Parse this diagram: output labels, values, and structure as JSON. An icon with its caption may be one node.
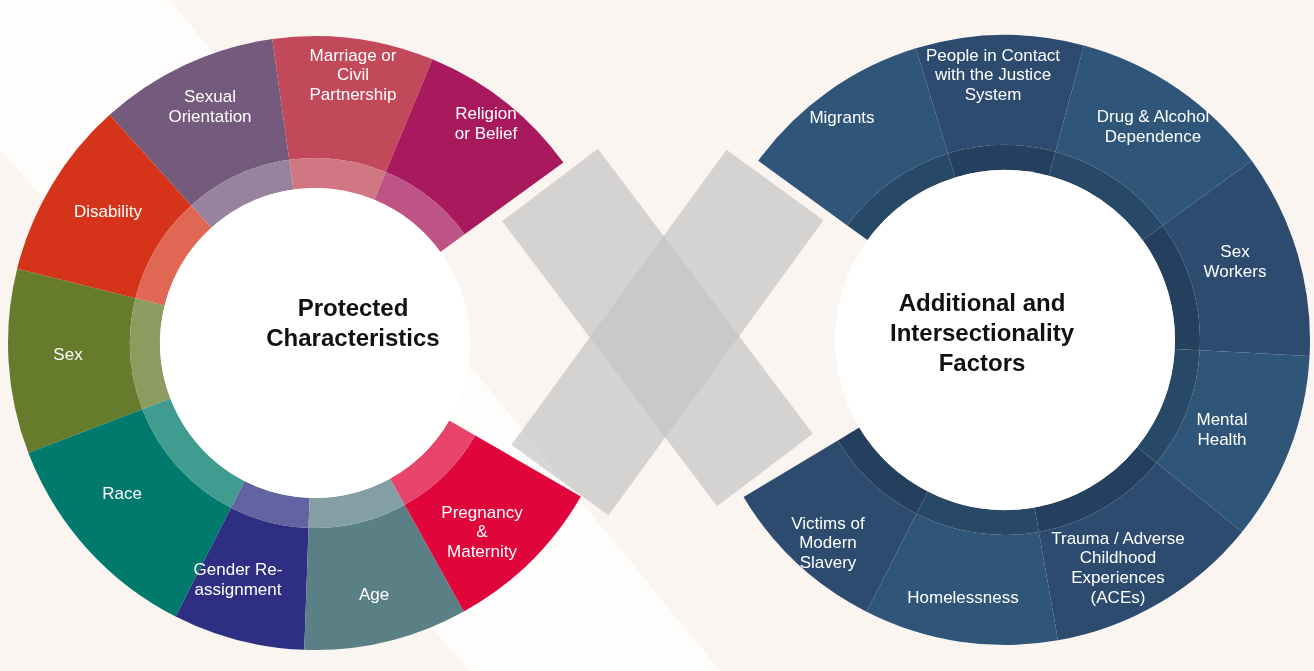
{
  "diagram": {
    "nodes": [
      {
        "text": [
          "Protected Characteristics"
        ]
      },
      {
        "text": [
          "Sexual Orientation"
        ]
      },
      {
        "text": [
          "Marriage or Civil Partnership"
        ]
      },
      {
        "text": [
          "Religion or Belief"
        ]
      },
      {
        "text": [
          "Disability"
        ]
      },
      {
        "text": [
          "Sex"
        ]
      },
      {
        "text": [
          "Race"
        ]
      },
      {
        "text": [
          "Gender Re-assignment"
        ]
      },
      {
        "text": [
          "Age"
        ]
      },
      {
        "text": [
          "Pregnancy & Maternity"
        ]
      },
      {
        "text": [
          "Additional and Intersectionality Factors"
        ]
      },
      {
        "text": [
          "Migrants"
        ]
      },
      {
        "text": [
          "People in Contact with the Justice System"
        ]
      },
      {
        "text": [
          "Drug & Alcohol Dependence"
        ]
      },
      {
        "text": [
          "Sex Workers"
        ]
      },
      {
        "text": [
          "Mental Health"
        ]
      },
      {
        "text": [
          "Victims of Modern Slavery"
        ]
      },
      {
        "text": [
          "Homelessness"
        ]
      },
      {
        "text": [
          "Trauma / Adverse Childhood Experiences (ACEs)"
        ]
      }
    ]
  }
}
